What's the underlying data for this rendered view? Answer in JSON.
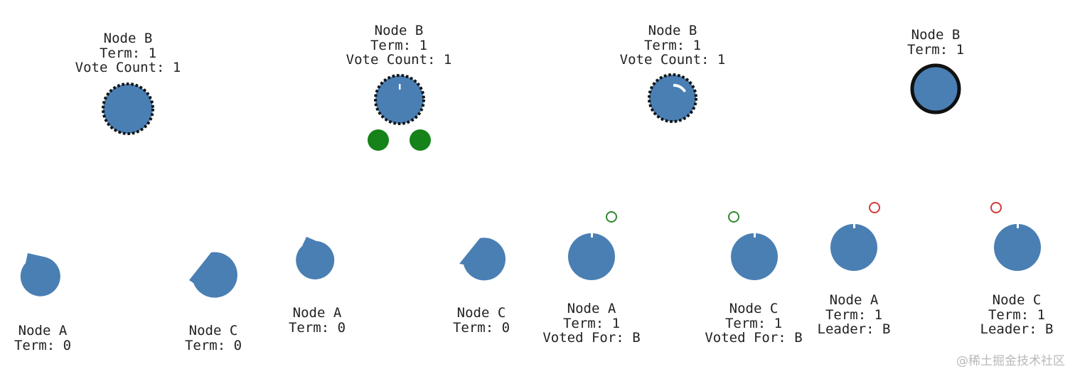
{
  "colors": {
    "node_fill": "#4a7fb4",
    "vote_fill": "#15821a",
    "term_ring": "#111111",
    "vote_request_ring": "#2f8a2f",
    "heartbeat_ring": "#d33a3a",
    "timeout_tick": "#ffffff"
  },
  "candidate_frames": [
    {
      "lines": [
        "Node B",
        "Term: 1",
        "Vote Count: 1"
      ]
    },
    {
      "lines": [
        "Node B",
        "Term: 1",
        "Vote Count: 1"
      ]
    },
    {
      "lines": [
        "Node B",
        "Term: 1",
        "Vote Count: 1"
      ]
    },
    {
      "lines": [
        "Node B",
        "Term: 1"
      ]
    }
  ],
  "follower_frames": [
    {
      "lines": [
        "Node A",
        "Term: 0"
      ]
    },
    {
      "lines": [
        "Node C",
        "Term: 0"
      ]
    },
    {
      "lines": [
        "Node A",
        "Term: 0"
      ]
    },
    {
      "lines": [
        "Node C",
        "Term: 0"
      ]
    },
    {
      "lines": [
        "Node A",
        "Term: 1",
        "Voted For: B"
      ]
    },
    {
      "lines": [
        "Node C",
        "Term: 1",
        "Voted For: B"
      ]
    },
    {
      "lines": [
        "Node A",
        "Term: 1",
        "Leader: B"
      ]
    },
    {
      "lines": [
        "Node C",
        "Term: 1",
        "Leader: B"
      ]
    }
  ],
  "watermark": "@稀土掘金技术社区"
}
